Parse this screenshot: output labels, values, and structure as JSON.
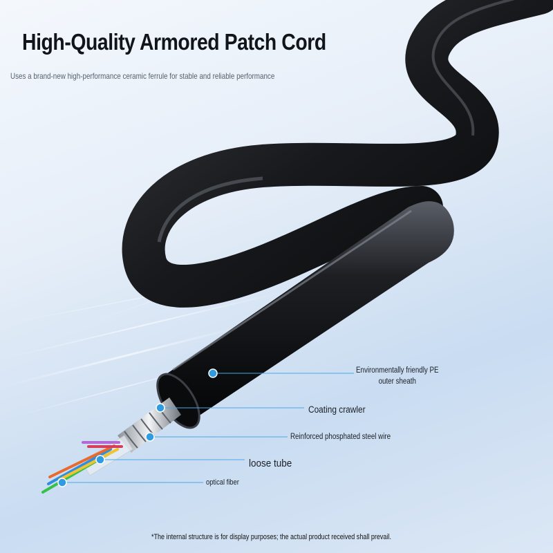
{
  "title": "High-Quality Armored Patch Cord",
  "subtitle": "Uses a brand-new high-performance ceramic ferrule for stable and reliable performance",
  "labels": {
    "pe_line1": "Environmentally friendly PE",
    "pe_line2": "outer sheath",
    "coating": "Coating crawler",
    "steel_wire": "Reinforced phosphated steel wire",
    "loose_tube": "loose tube",
    "optical_fiber": "optical fiber"
  },
  "footnote": "*The internal structure is for display purposes; the actual product received shall prevail.",
  "colors": {
    "accent_dot": "#2f9be0",
    "cable": "#1c1e22",
    "background": "#dce8f5"
  }
}
